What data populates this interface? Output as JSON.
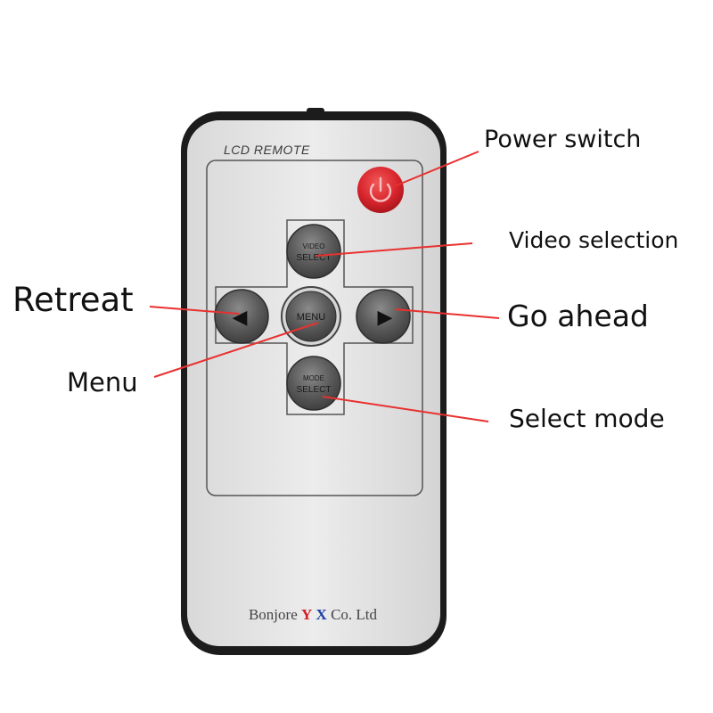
{
  "remote": {
    "header_text": "LCD REMOTE",
    "company_prefix": "Bonjore ",
    "company_brand_y": "Y",
    "company_brand_x": "X",
    "company_suffix": " Co. Ltd",
    "buttons": {
      "power_icon": "power-icon",
      "video_select_line1": "VIDEO",
      "video_select_line2": "SELECT",
      "menu": "MENU",
      "mode_select_line1": "MODE",
      "mode_select_line2": "SELECT",
      "left_arrow": "◀",
      "right_arrow": "▶"
    }
  },
  "callouts": {
    "power_switch": "Power switch",
    "video_selection": "Video selection",
    "retreat": "Retreat",
    "go_ahead": "Go ahead",
    "menu": "Menu",
    "select_mode": "Select mode"
  },
  "colors": {
    "pointer_line": "#e8312f",
    "power_button": "#d8242c",
    "remote_body": "#1c1c1c",
    "remote_face": "#e6e6e6",
    "brand_y": "#d01f26",
    "brand_x": "#1b3fa6"
  }
}
